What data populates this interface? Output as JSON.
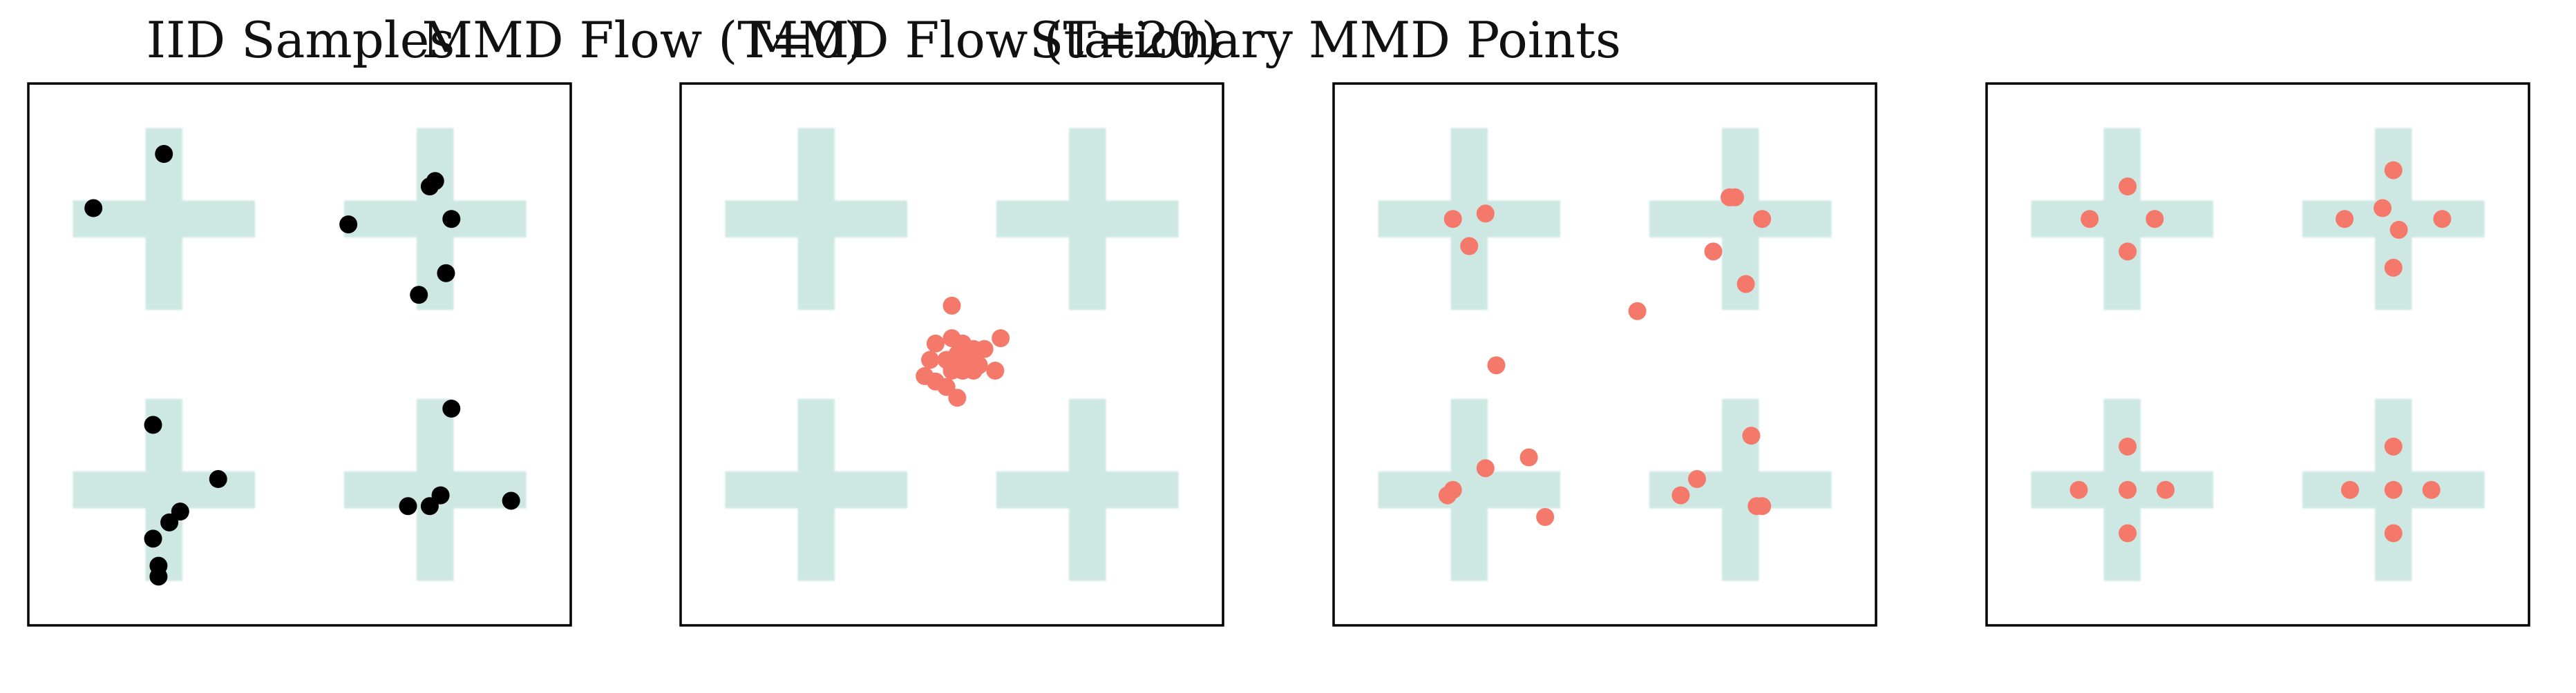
{
  "chart_data": [
    {
      "type": "scatter",
      "title": "IID Samples",
      "xlim": [
        0,
        1
      ],
      "ylim": [
        0,
        1
      ],
      "grid": false,
      "background_shape": "four-crosses",
      "point_color": "#000000",
      "cross_color": "#cde7e2",
      "points": [
        [
          0.25,
          0.87
        ],
        [
          0.12,
          0.77
        ],
        [
          0.74,
          0.81
        ],
        [
          0.75,
          0.82
        ],
        [
          0.78,
          0.75
        ],
        [
          0.59,
          0.74
        ],
        [
          0.77,
          0.65
        ],
        [
          0.72,
          0.61
        ],
        [
          0.23,
          0.37
        ],
        [
          0.35,
          0.27
        ],
        [
          0.28,
          0.21
        ],
        [
          0.26,
          0.19
        ],
        [
          0.23,
          0.16
        ],
        [
          0.24,
          0.11
        ],
        [
          0.24,
          0.09
        ],
        [
          0.78,
          0.4
        ],
        [
          0.7,
          0.22
        ],
        [
          0.74,
          0.22
        ],
        [
          0.76,
          0.24
        ],
        [
          0.89,
          0.23
        ]
      ]
    },
    {
      "type": "scatter",
      "title": "MMD Flow (T=0)",
      "xlim": [
        0,
        1
      ],
      "ylim": [
        0,
        1
      ],
      "grid": false,
      "background_shape": "four-crosses",
      "point_color": "#f4796b",
      "cross_color": "#cde7e2",
      "points": [
        [
          0.5,
          0.59
        ],
        [
          0.59,
          0.53
        ],
        [
          0.47,
          0.52
        ],
        [
          0.5,
          0.53
        ],
        [
          0.52,
          0.52
        ],
        [
          0.54,
          0.51
        ],
        [
          0.56,
          0.51
        ],
        [
          0.46,
          0.49
        ],
        [
          0.49,
          0.49
        ],
        [
          0.51,
          0.5
        ],
        [
          0.53,
          0.49
        ],
        [
          0.55,
          0.48
        ],
        [
          0.58,
          0.47
        ],
        [
          0.45,
          0.46
        ],
        [
          0.47,
          0.45
        ],
        [
          0.5,
          0.47
        ],
        [
          0.52,
          0.47
        ],
        [
          0.54,
          0.47
        ],
        [
          0.49,
          0.44
        ],
        [
          0.51,
          0.42
        ]
      ]
    },
    {
      "type": "scatter",
      "title": "MMD Flow (T=20)",
      "xlim": [
        0,
        1
      ],
      "ylim": [
        0,
        1
      ],
      "grid": false,
      "background_shape": "four-crosses",
      "point_color": "#f4796b",
      "cross_color": "#cde7e2",
      "points": [
        [
          0.22,
          0.75
        ],
        [
          0.28,
          0.76
        ],
        [
          0.25,
          0.7
        ],
        [
          0.73,
          0.79
        ],
        [
          0.74,
          0.79
        ],
        [
          0.79,
          0.75
        ],
        [
          0.7,
          0.69
        ],
        [
          0.76,
          0.63
        ],
        [
          0.56,
          0.58
        ],
        [
          0.3,
          0.48
        ],
        [
          0.36,
          0.31
        ],
        [
          0.28,
          0.29
        ],
        [
          0.22,
          0.25
        ],
        [
          0.21,
          0.24
        ],
        [
          0.39,
          0.2
        ],
        [
          0.77,
          0.35
        ],
        [
          0.67,
          0.27
        ],
        [
          0.64,
          0.24
        ],
        [
          0.79,
          0.22
        ],
        [
          0.78,
          0.22
        ]
      ]
    },
    {
      "type": "scatter",
      "title": "Stationary MMD Points",
      "xlim": [
        0,
        1
      ],
      "ylim": [
        0,
        1
      ],
      "grid": false,
      "background_shape": "four-crosses",
      "point_color": "#f4796b",
      "cross_color": "#cde7e2",
      "points": [
        [
          0.26,
          0.81
        ],
        [
          0.19,
          0.75
        ],
        [
          0.31,
          0.75
        ],
        [
          0.26,
          0.69
        ],
        [
          0.75,
          0.84
        ],
        [
          0.66,
          0.75
        ],
        [
          0.73,
          0.77
        ],
        [
          0.76,
          0.73
        ],
        [
          0.84,
          0.75
        ],
        [
          0.75,
          0.66
        ],
        [
          0.26,
          0.33
        ],
        [
          0.17,
          0.25
        ],
        [
          0.26,
          0.25
        ],
        [
          0.33,
          0.25
        ],
        [
          0.26,
          0.17
        ],
        [
          0.75,
          0.33
        ],
        [
          0.67,
          0.25
        ],
        [
          0.75,
          0.25
        ],
        [
          0.82,
          0.25
        ],
        [
          0.75,
          0.17
        ]
      ]
    }
  ]
}
